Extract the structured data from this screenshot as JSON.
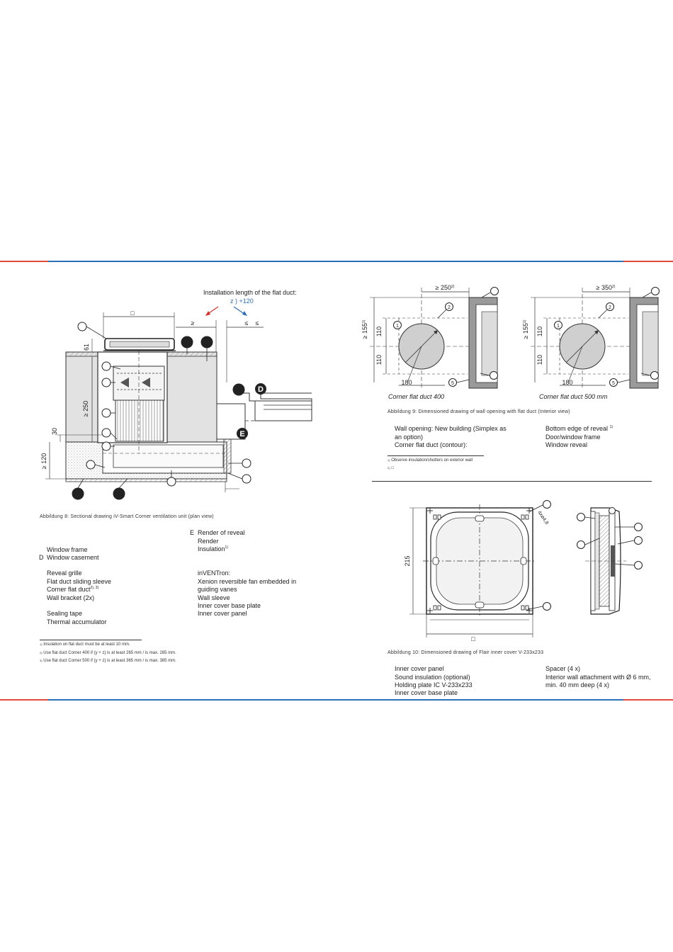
{
  "colors": {
    "accent_blue": "#2a6fb8",
    "accent_red": "#e24a3b",
    "arrow_red": "#d9302a",
    "arrow_blue": "#2a6fb8"
  },
  "fig8": {
    "install_title": "Installation length of the flat duct:",
    "install_formula": "z ) +120",
    "dim_top_box": "□",
    "dim_ge": "≥",
    "dim_le1": "≤",
    "dim_le2": "≤",
    "dim_61": "61",
    "dim_250": "≥ 250",
    "dim_30": "30",
    "dim_120": "≥ 120",
    "marker_d": "D",
    "marker_e": "E",
    "caption": "Abbildung  8:  Sectional drawing iV-Smart   Corner ventilation unit (plan view)"
  },
  "legend8": {
    "left": [
      {
        "key": "",
        "text": "Window frame"
      },
      {
        "key": "D",
        "text": "Window casement"
      },
      {
        "key": "",
        "text": "Reveal grille"
      },
      {
        "key": "",
        "text": "Flat duct sliding sleeve"
      },
      {
        "key": "",
        "text": "Corner flat duct",
        "sup": "2), 3)"
      },
      {
        "key": "",
        "text": "Wall bracket (2x)"
      },
      {
        "key": "",
        "text": "Sealing tape"
      },
      {
        "key": "",
        "text": "Thermal accumulator"
      }
    ],
    "right": [
      {
        "key": "E",
        "text": "Render of reveal"
      },
      {
        "key": "",
        "text": "Render"
      },
      {
        "key": "",
        "text": "Insulation",
        "sup": "1)"
      },
      {
        "key": "",
        "text": "inVENTron:"
      },
      {
        "key": "",
        "text": "Xenion reversible fan embedded in"
      },
      {
        "key": "",
        "text": "guiding vanes"
      },
      {
        "key": "",
        "text": "Wall sleeve"
      },
      {
        "key": "",
        "text": "Inner cover base plate"
      },
      {
        "key": "",
        "text": "Inner cover panel"
      }
    ],
    "footnotes": [
      "Insulation on flat duct must be at least 10 mm.",
      "Use flat duct Corner 400 if (y + z) is at least 265 mm / is max. 285 mm.",
      "Use flat duct Corner 500 if (y + z) is at least 365 mm / is max. 385 mm."
    ],
    "footnote_marks": [
      "1)",
      "2)",
      "3)"
    ]
  },
  "fig9": {
    "left": {
      "dim_top": "≥ 250",
      "dim_top_sup": "2)",
      "dim_side": "≥ 155",
      "dim_side_sup": "1)",
      "dim_110a": "110",
      "dim_110b": "110",
      "dim_180": "180",
      "label": "Corner flat duct 400",
      "n1": "1",
      "n2": "2",
      "n5": "5"
    },
    "right": {
      "dim_top": "≥ 350",
      "dim_top_sup": "2)",
      "dim_side": "≥ 155",
      "dim_side_sup": "1)",
      "dim_110a": "110",
      "dim_110b": "110",
      "dim_180": "180",
      "label": "Corner flat duct  500 mm",
      "n1": "1",
      "n2": "2",
      "n5": "5"
    },
    "caption": "Abbildung  9:  Dimensioned drawing of wall opening with flat duct (Interior view)",
    "legend_left": [
      "Wall opening: New building (Simplex as",
      "an option)",
      "Corner flat duct (contour):"
    ],
    "legend_right": [
      "Bottom edge of reveal",
      "Door/window frame",
      "Window reveal"
    ],
    "legend_right_sup": "1)",
    "footnotes": [
      "Observe insulation/shutters on exterior wall",
      "□"
    ],
    "footnote_marks": [
      "1)",
      "2)"
    ]
  },
  "fig10": {
    "dim_215": "215",
    "dim_hole": "4xø4,8",
    "dim_bottom": "□",
    "caption": "Abbildung  10:  Dimensioned drawing of Flair inner cover V-233x233",
    "legend_left": [
      "Inner cover panel",
      "Sound insulation (optional)",
      "Holding plate IC V-233x233",
      "Inner cover base plate"
    ],
    "legend_right": [
      "Spacer (4 x)",
      "Interior wall attachment with Ø 6 mm,",
      "min. 40 mm deep (4 x)"
    ]
  }
}
